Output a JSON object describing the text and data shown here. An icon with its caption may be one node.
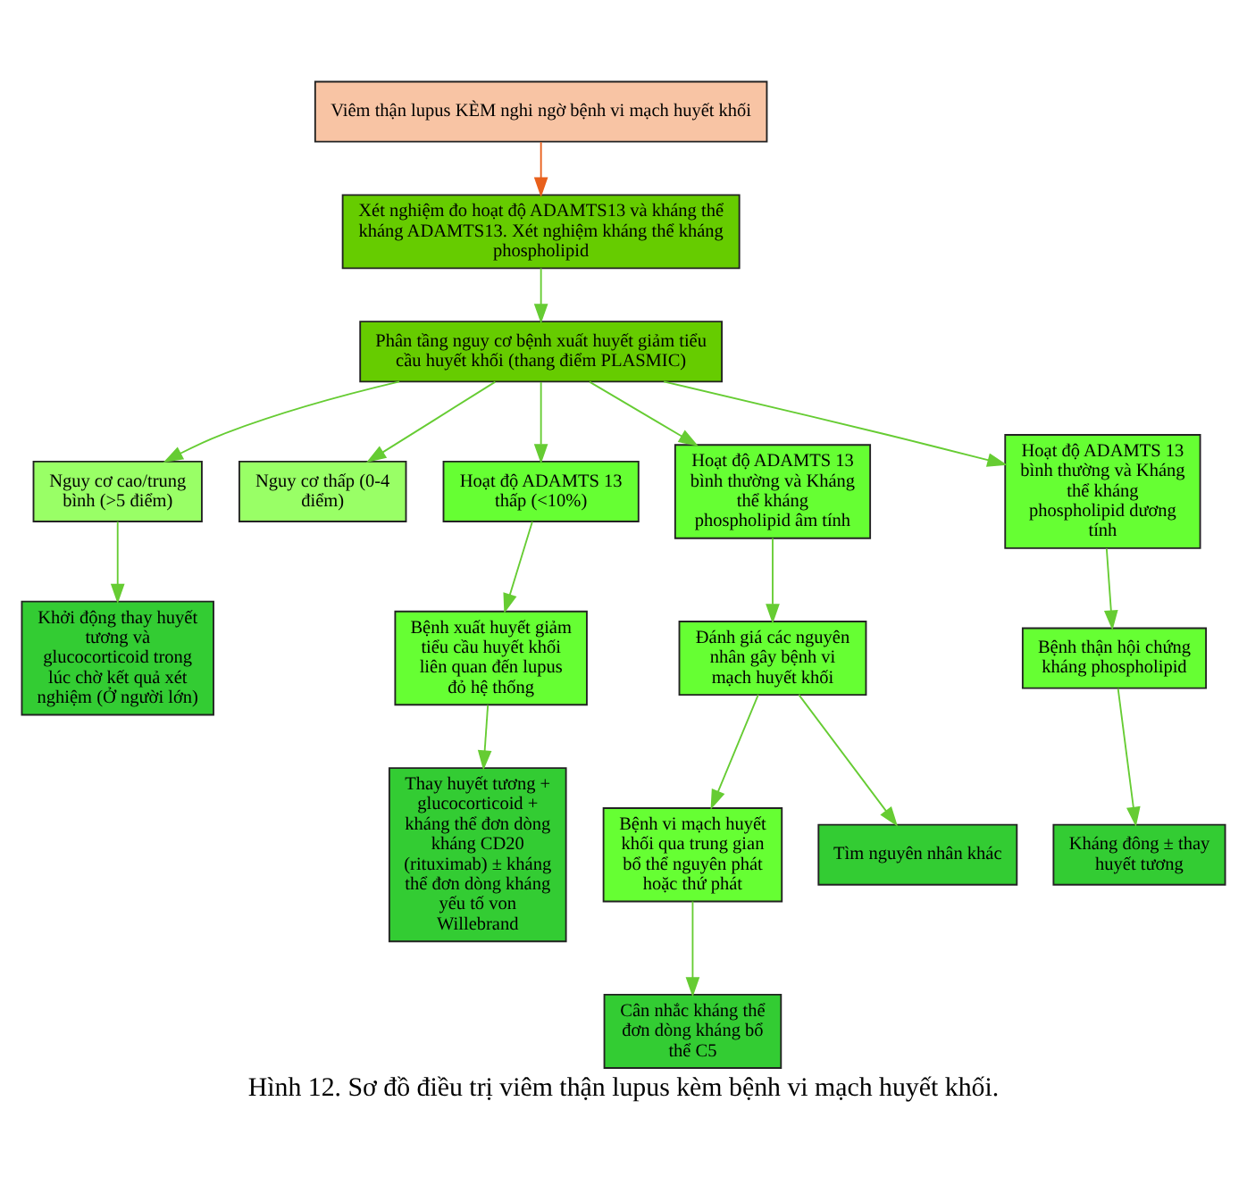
{
  "diagram": {
    "caption": "Hình 12. Sơ đồ điều trị viêm thận lupus kèm bệnh vi mạch huyết khối.",
    "nodes": [
      {
        "text": [
          "Viêm thận lupus KÈM nghi ngờ bệnh vi mạch huyết khối"
        ]
      },
      {
        "text": [
          "Xét nghiệm đo hoạt độ ADAMTS13 và kháng thể kháng ADAMTS13. Xét nghiệm kháng thể kháng phospholipid"
        ]
      },
      {
        "text": [
          "Phân tầng nguy cơ bệnh xuất huyết giảm tiểu cầu huyết khối (thang điểm PLASMIC)"
        ]
      },
      {
        "text": [
          "Nguy cơ cao/trung bình (>5 điểm)"
        ]
      },
      {
        "text": [
          "Khởi động thay huyết tương và glucocorticoid trong lúc chờ kết quả xét nghiệm (Ở người lớn)"
        ]
      },
      {
        "text": [
          "Nguy cơ thấp (0-4 điểm)"
        ]
      },
      {
        "text": [
          "Hoạt độ ADAMTS 13 thấp (<10%)"
        ]
      },
      {
        "text": [
          "Hoạt độ ADAMTS 13 bình thường và Kháng thể kháng phospholipid âm tính"
        ]
      },
      {
        "text": [
          "Hoạt độ ADAMTS 13 bình thường và Kháng thể kháng phospholipid dương tính"
        ]
      },
      {
        "text": [
          "Bệnh xuất huyết giảm tiểu cầu huyết khối liên quan đến lupus đỏ hệ thống"
        ]
      },
      {
        "text": [
          "Đánh giá các nguyên nhân gây bệnh vi mạch huyết khối"
        ]
      },
      {
        "text": [
          "Bệnh thận hội chứng kháng phospholipid"
        ]
      },
      {
        "text": [
          "Bệnh vi mạch huyết khối qua trung gian bổ thể nguyên phát hoặc thứ phát"
        ]
      },
      {
        "text": [
          "Thay huyết tương + glucocorticoid + kháng thể đơn dòng kháng CD20 (rituximab) ± kháng thể đơn dòng kháng yếu tố von Willebrand"
        ]
      },
      {
        "text": [
          "Cân nhắc kháng thể đơn dòng kháng bổ thể C5"
        ]
      },
      {
        "text": [
          "Tìm nguyên nhân khác"
        ]
      },
      {
        "text": [
          "Kháng đông ± thay huyết tương"
        ]
      }
    ],
    "edges": [
      {
        "from": 0,
        "to": 1,
        "arrow": "to",
        "color": "#e8601c"
      },
      {
        "from": 1,
        "to": 2,
        "arrow": "to"
      },
      {
        "from": 2,
        "to": 3,
        "arrow": "to"
      },
      {
        "from": 2,
        "to": 5,
        "arrow": "to"
      },
      {
        "from": 3,
        "to": 4,
        "arrow": "to"
      },
      {
        "from": 2,
        "to": 6,
        "arrow": "to"
      },
      {
        "from": 2,
        "to": 7,
        "arrow": "to"
      },
      {
        "from": 2,
        "to": 8,
        "arrow": "to"
      },
      {
        "from": 6,
        "to": 9,
        "arrow": "to"
      },
      {
        "from": 7,
        "to": 10,
        "arrow": "to"
      },
      {
        "from": 8,
        "to": 11,
        "arrow": "to"
      },
      {
        "from": 10,
        "to": 12,
        "arrow": "to"
      },
      {
        "from": 10,
        "to": 15,
        "arrow": "to"
      },
      {
        "from": 9,
        "to": 13,
        "arrow": "to"
      },
      {
        "from": 12,
        "to": 14,
        "arrow": "to"
      },
      {
        "from": 11,
        "to": 16,
        "arrow": "to"
      }
    ]
  }
}
